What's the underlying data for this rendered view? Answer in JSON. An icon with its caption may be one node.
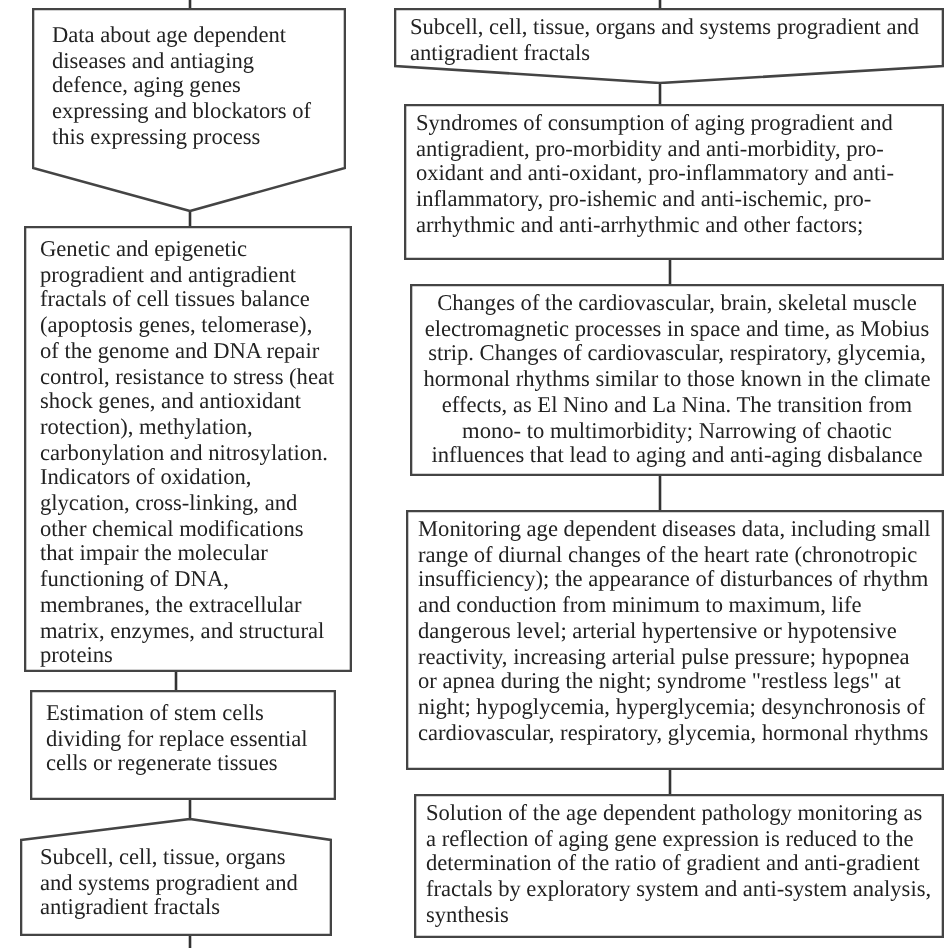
{
  "diagram": {
    "nodes": [
      {
        "text": [
          "Data about age dependent diseases and antiaging defence, aging genes expressing and blockators of this expressing process"
        ]
      },
      {
        "text": [
          "Genetic and epigenetic progradient and antigradient fractals of cell tissues balance (apoptosis genes, telomerase), of the genome and DNA repair control, resistance to stress (heat shock genes, and antioxidant rotection), methylation, carbonylation and nitrosylation. Indicators of oxidation, glycation, cross-linking, and other chemical modifications that impair the molecular functioning of  DNA, membranes, the extracellular matrix, enzymes, and structural proteins"
        ]
      },
      {
        "text": [
          "Estimation of stem cells dividing for replace essential cells or regenerate tissues"
        ]
      },
      {
        "text": [
          "Subcell, cell, tissue, organs and systems progradient and antigradient fractals"
        ]
      },
      {
        "text": [
          "Subcell, cell, tissue, organs and systems progradient and antigradient fractals"
        ]
      },
      {
        "text": [
          "Syndromes of consumption of  aging progradient and antigradient, pro-morbidity and anti-morbidity, pro-oxidant and anti-oxidant, pro-inflammatory and anti-inflammatory, pro-ishemic and anti-ischemic, pro-arrhythmic and anti-arrhythmic and other  factors;"
        ]
      },
      {
        "text": [
          "Changes of the cardiovascular, brain, skeletal muscle electromagnetic processes in space and time, as Mobius strip. Changes of cardiovascular, respiratory, glycemia, hormonal rhythms similar to those known in the climate effects, as El Nino and La Nina. The transition from mono- to multimorbidity; Narrowing of chaotic influences that lead to aging and anti-aging disbalance"
        ]
      },
      {
        "text": [
          "Monitoring  age dependent diseases data, including small range of diurnal changes of the heart rate (chronotropic insufficiency); the appearance of disturbances of rhythm and conduction from minimum to maximum, life dangerous level; arterial hypertensive or hypotensive reactivity, increasing arterial pulse pressure; hypopnea or apnea during the night; syndrome \"restless legs\" at night; hypoglycemia, hyperglycemia; desynchronosis of cardiovascular, respiratory, glycemia, hormonal rhythms"
        ]
      },
      {
        "text": [
          "Solution of the age dependent pathology monitoring as a reflection of aging gene expression is reduced to the determination of the ratio of  gradient and anti-gradient fractals by exploratory system and anti-system analysis, synthesis"
        ]
      }
    ],
    "edges": [
      {
        "from": null,
        "to": 0,
        "arrow": "none"
      },
      {
        "from": 0,
        "to": 1,
        "arrow": "none"
      },
      {
        "from": 1,
        "to": 2,
        "arrow": "none"
      },
      {
        "from": 2,
        "to": 3,
        "arrow": "none"
      },
      {
        "from": 3,
        "to": null,
        "arrow": "none"
      },
      {
        "from": null,
        "to": 4,
        "arrow": "none"
      },
      {
        "from": 4,
        "to": 5,
        "arrow": "none"
      },
      {
        "from": 5,
        "to": 6,
        "arrow": "none"
      },
      {
        "from": 6,
        "to": 7,
        "arrow": "none"
      },
      {
        "from": 7,
        "to": 8,
        "arrow": "none"
      }
    ]
  }
}
